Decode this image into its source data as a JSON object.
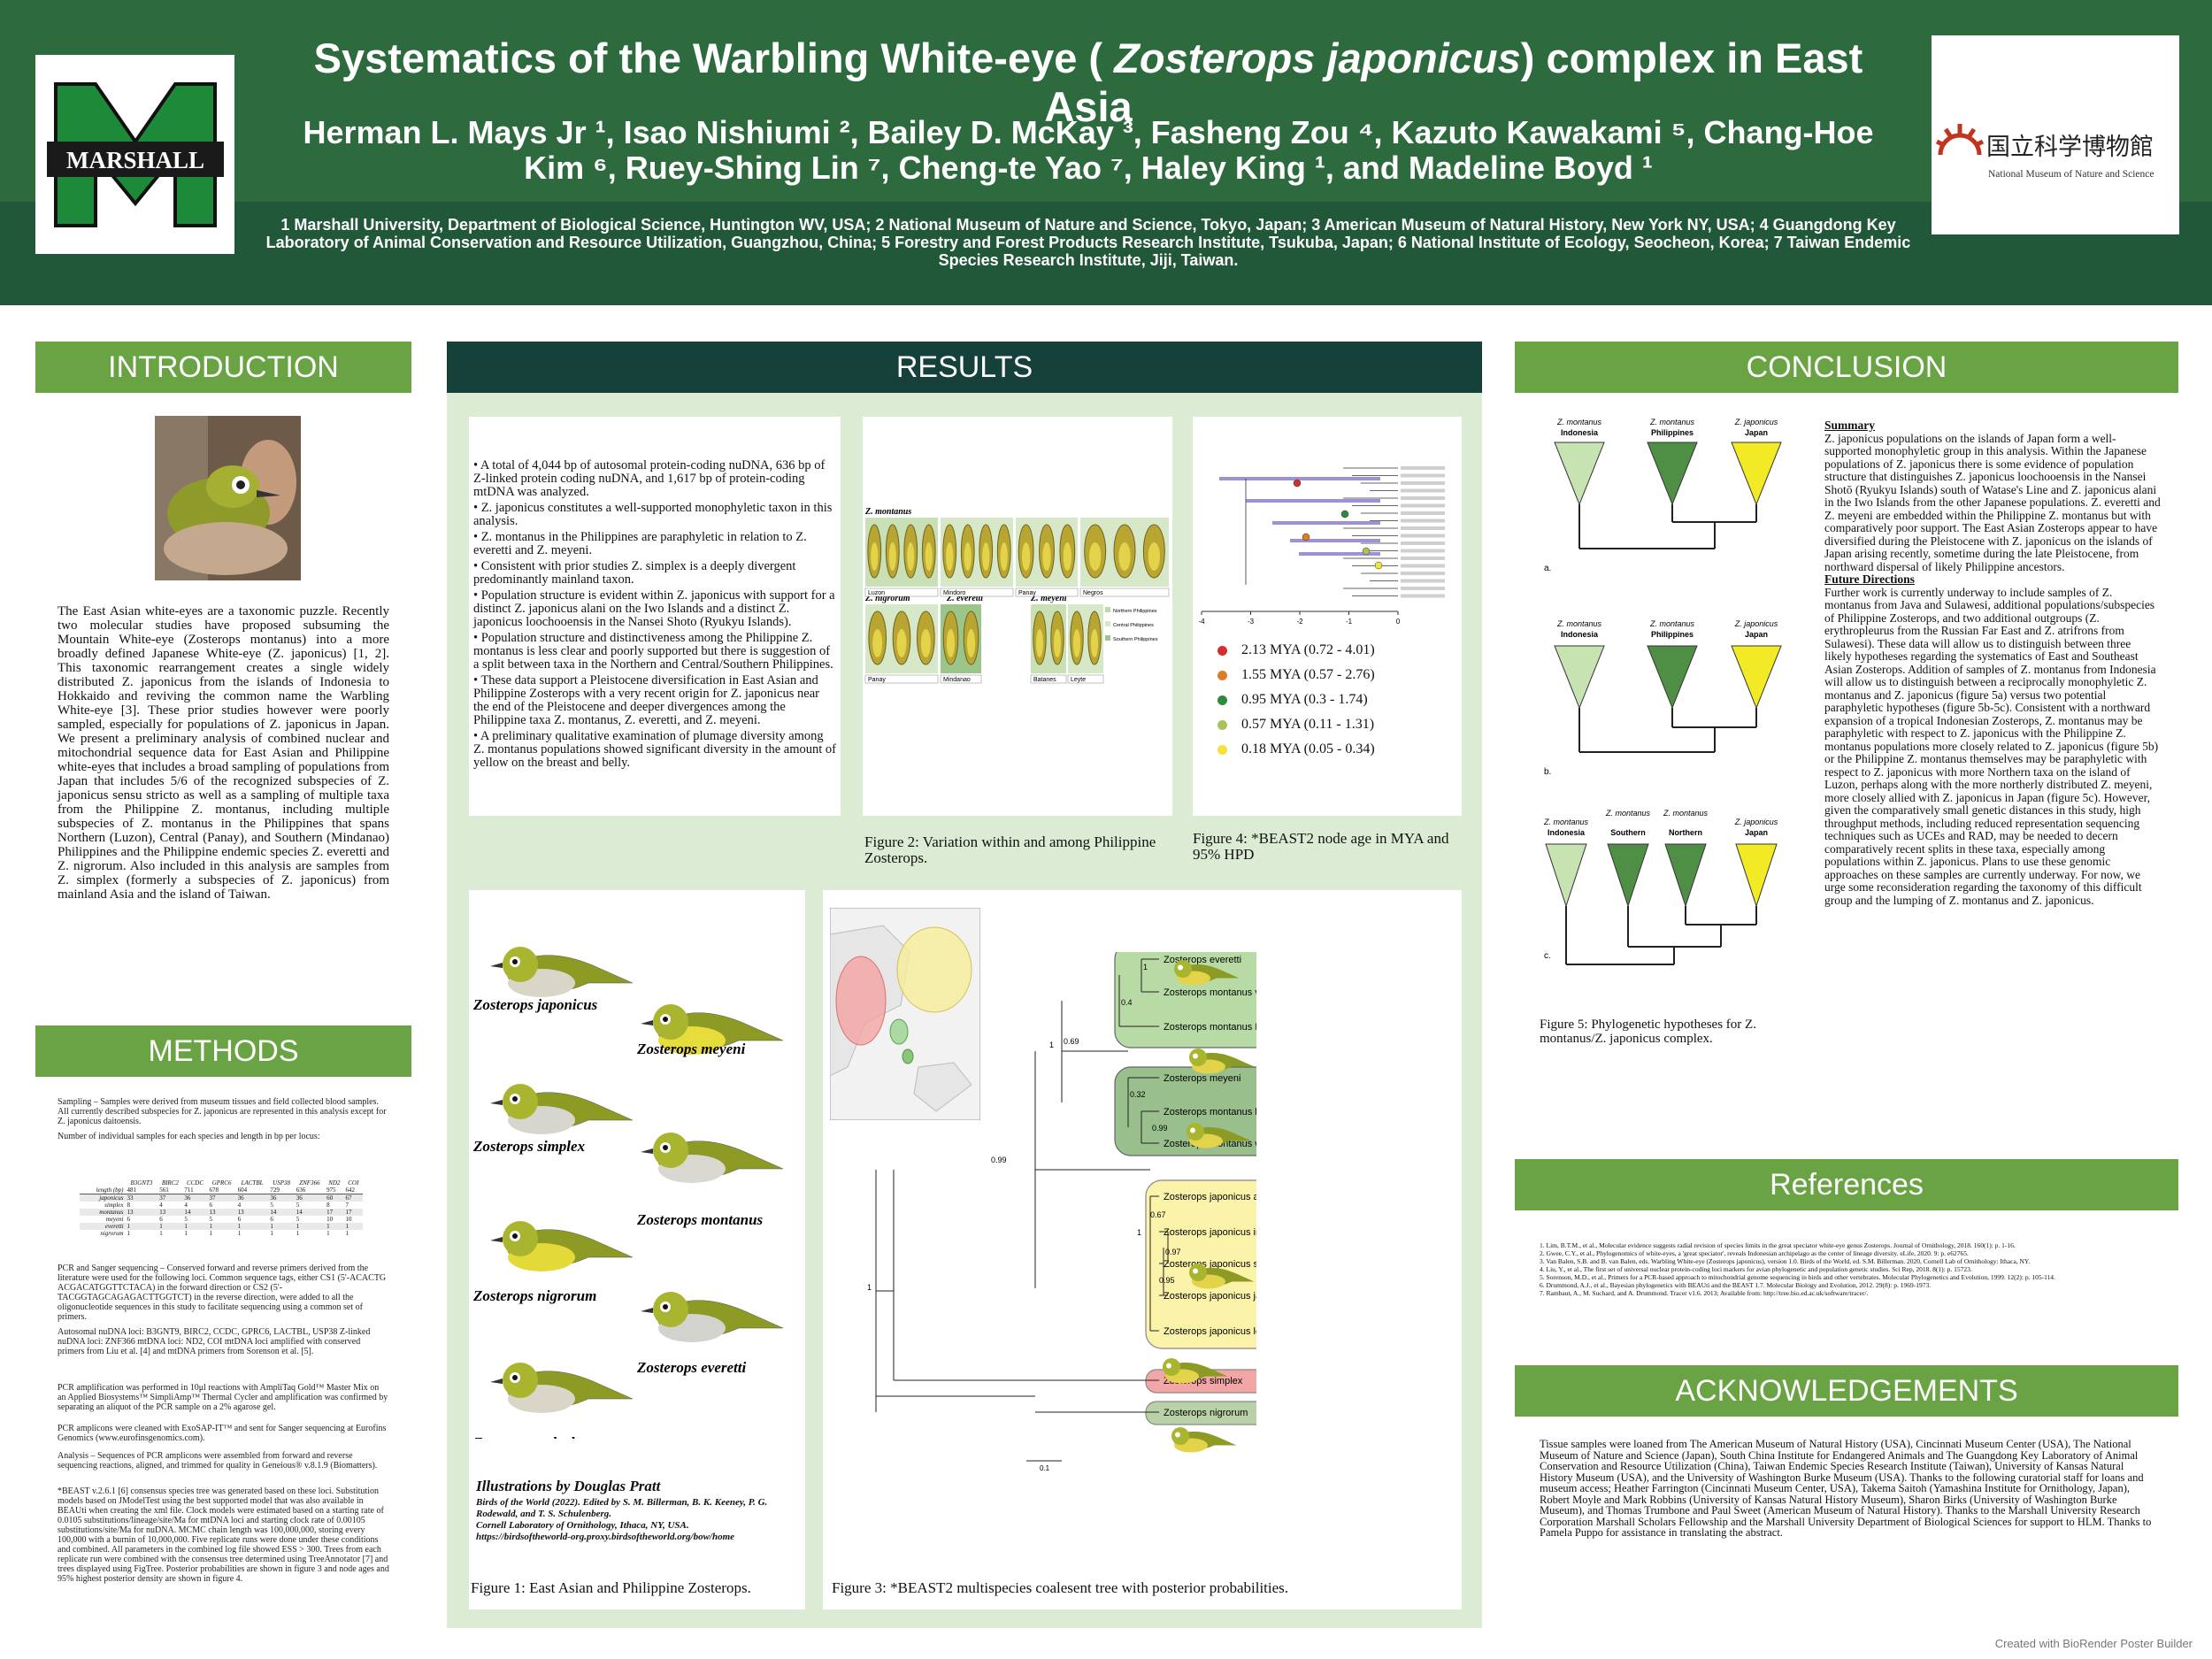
{
  "header": {
    "title_pre": "Systematics of the Warbling White-eye ( ",
    "title_italic": "Zosterops japonicus",
    "title_post": ") complex in East Asia",
    "authors_line1": "Herman L. Mays Jr ¹, Isao Nishiumi ², Bailey D. McKay ³, Fasheng Zou ⁴, Kazuto Kawakami ⁵, Chang-Hoe",
    "authors_line2": "Kim ⁶, Ruey-Shing Lin ⁷, Cheng-te Yao ⁷, Haley King ¹, and Madeline Boyd ¹",
    "affiliations": "1 Marshall University, Department of Biological Science, Huntington WV, USA; 2 National Museum of Nature and Science, Tokyo, Japan; 3 American Museum of Natural History, New York NY, USA; 4 Guangdong Key Laboratory of Animal Conservation and Resource Utilization, Guangzhou, China; 5 Forestry and Forest Products Research Institute, Tsukuba, Japan; 6 National Institute of Ecology, Seocheon, Korea; 7 Taiwan Endemic Species Research Institute, Jiji, Taiwan.",
    "logo_left_text": "MARSHALL",
    "logo_right_cjk": "国立科学博物館",
    "logo_right_en": "National Museum of Nature and Science"
  },
  "colors": {
    "header_green": "#2d6a3e",
    "section_green": "#6aa344",
    "results_dark": "#16403a",
    "results_bg": "#dcebd3"
  },
  "sections": {
    "introduction": "INTRODUCTION",
    "methods": "METHODS",
    "results": "RESULTS",
    "conclusion": "CONCLUSION",
    "references": "References",
    "acknowledgements": "ACKNOWLEDGEMENTS"
  },
  "introduction": {
    "text": "The East Asian white-eyes are a taxonomic puzzle. Recently two molecular studies have proposed subsuming the Mountain White-eye (Zosterops montanus) into a more broadly defined Japanese White-eye (Z. japonicus) [1, 2]. This taxonomic rearrangement creates a single widely distributed Z. japonicus from the islands of Indonesia to Hokkaido and reviving the common name the Warbling White-eye [3]. These prior studies however were poorly sampled, especially for populations of Z. japonicus in Japan. We present a preliminary analysis of combined nuclear and mitochondrial sequence data for East Asian and Philippine white-eyes that includes a broad sampling of populations from Japan that includes 5/6 of the recognized subspecies of Z. japonicus sensu stricto as well as a sampling of multiple taxa from the Philippine Z. montanus, including multiple subspecies of Z. montanus in the Philippines that spans Northern (Luzon), Central (Panay), and Southern (Mindanao) Philippines and the Philippine endemic species Z. everetti and Z. nigrorum. Also included in this analysis are samples from Z. simplex (formerly a subspecies of Z. japonicus) from mainland Asia and the island of Taiwan."
  },
  "methods": {
    "p1": "Sampling – Samples were derived from museum tissues and field collected blood samples. All currently described subspecies for Z. japonicus are represented in this analysis except for Z. japonicus daitoensis.",
    "p2": "Number of individual samples for each species and length in bp per locus:",
    "table_headers": [
      "",
      "B3GNT3",
      "BIRC2",
      "CCDC",
      "GPRC6",
      "LACTBL",
      "USP38",
      "ZNF366",
      "ND2",
      "COI"
    ],
    "table_rows": [
      [
        "length (bp)",
        "481",
        "561",
        "711",
        "678",
        "604",
        "729",
        "636",
        "975",
        "642"
      ],
      [
        "japonicus",
        "33",
        "37",
        "36",
        "37",
        "36",
        "36",
        "36",
        "60",
        "67"
      ],
      [
        "simplex",
        "8",
        "4",
        "4",
        "6",
        "4",
        "5",
        "5",
        "8",
        "7"
      ],
      [
        "montanus",
        "13",
        "13",
        "14",
        "13",
        "13",
        "14",
        "14",
        "17",
        "17"
      ],
      [
        "meyeni",
        "6",
        "6",
        "5",
        "5",
        "6",
        "6",
        "5",
        "10",
        "10"
      ],
      [
        "everetti",
        "1",
        "1",
        "1",
        "1",
        "1",
        "1",
        "1",
        "1",
        "1"
      ],
      [
        "nigrorum",
        "1",
        "1",
        "1",
        "1",
        "1",
        "1",
        "1",
        "1",
        "1"
      ]
    ],
    "p3": "PCR and Sanger sequencing – Conserved forward and reverse primers derived from the literature were used for the following loci. Common sequence tags, either CS1 (5'-ACACTG ACGACATGGTTCTACA) in the forward direction or CS2 (5'-TACGGTAGCAGAGACTTGGTCT) in the reverse direction, were added to all the oligonucleotide sequences in this study to facilitate sequencing using a common set of primers.",
    "p4": "Autosomal nuDNA loci: B3GNT9, BIRC2, CCDC, GPRC6, LACTBL, USP38 Z-linked nuDNA loci: ZNF366 mtDNA loci: ND2, COI mtDNA loci amplified with conserved primers from Liu et al. [4] and mtDNA primers from Sorenson et al. [5].",
    "p5": "PCR amplification was performed in 10μl reactions with AmpliTaq Gold™ Master Mix on an Applied Biosystems™ SimpliAmp™ Thermal Cycler and amplification was confirmed by separating an aliquot of the PCR sample on a 2% agarose gel.",
    "p6": "PCR amplicons were cleaned with ExoSAP-IT™ and sent for Sanger sequencing at Eurofins Genomics (www.eurofinsgenomics.com).",
    "p7": "Analysis – Sequences of PCR amplicons were assembled from forward and reverse sequencing reactions, aligned, and trimmed for quality in Geneious® v.8.1.9 (Biomatters).",
    "p8": "*BEAST v.2.6.1 [6] consensus species tree was generated based on these loci. Substitution models based on JModelTest using the best supported model that was also available in BEAUti when creating the xml file. Clock models were estimated based on a starting rate of 0.0105 substitutions/lineage/site/Ma for mtDNA loci and starting clock rate of 0.00105 substitutions/site/Ma for nuDNA. MCMC chain length was 100,000,000, storing every 100,000 with a burnin of 10,000,000. Five replicate runs were done under these conditions and combined. All parameters in the combined log file showed ESS > 300. Trees from each replicate run were combined with the consensus tree determined using TreeAnnotator [7] and trees displayed using FigTree. Posterior probabilities are shown in figure 3 and node ages and 95% highest posterior density are shown in figure 4."
  },
  "results": {
    "bullets": [
      "A total of 4,044 bp of autosomal protein-coding nuDNA, 636 bp of Z-linked protein coding nuDNA, and 1,617 bp of protein-coding mtDNA was analyzed.",
      "Z. japonicus constitutes a well-supported monophyletic taxon in this analysis.",
      "Z. montanus in the Philippines are paraphyletic in relation to Z. everetti and Z. meyeni.",
      "Consistent with prior studies Z. simplex is a deeply divergent predominantly mainland taxon.",
      "Population structure is evident within Z. japonicus with support for a distinct Z. japonicus alani on the Iwo Islands and a distinct Z. japonicus loochooensis in the Nansei Shoto (Ryukyu Islands).",
      "Population structure and distinctiveness among the Philippine Z. montanus is less clear and poorly supported but there is suggestion of a split between taxa in the Northern and Central/Southern Philippines.",
      "These data support a Pleistocene diversification in East Asian and Philippine Zosterops with a very recent origin for Z. japonicus near the end of the Pleistocene and deeper divergences among the Philippine taxa Z. montanus, Z. everetti, and Z. meyeni.",
      "A preliminary qualitative examination of plumage diversity among Z. montanus populations showed significant diversity in the amount of yellow on the breast and belly."
    ],
    "fig2_labels": {
      "montanus": "Z. montanus",
      "nigrorum": "Z. nigrorum",
      "everetti": "Z. everetti",
      "meyeni": "Z. meyeni",
      "luzon": "Luzon",
      "mindoro": "Mindoro",
      "mindanao": "Mindanao",
      "panay": "Panay",
      "negros": "Negros",
      "batanes": "Batanes",
      "leyte": "Leyte",
      "legend_n": "Northern Philippines",
      "legend_c": "Central Philippines",
      "legend_s": "Southern Philippines"
    },
    "fig2_caption": "Figure 2: Variation within and among Philippine Zosterops.",
    "fig4_axis": [
      "-4",
      "-3",
      "-2",
      "-1",
      "0"
    ],
    "fig4_legend": [
      {
        "color": "#d32f2f",
        "label": "2.13 MYA (0.72 - 4.01)"
      },
      {
        "color": "#e07b28",
        "label": "1.55 MYA (0.57 - 2.76)"
      },
      {
        "color": "#2e8b3d",
        "label": "0.95 MYA (0.3 - 1.74)"
      },
      {
        "color": "#a8c256",
        "label": "0.57 MYA (0.11 - 1.31)"
      },
      {
        "color": "#f2e23a",
        "label": "0.18 MYA (0.05 - 0.34)"
      }
    ],
    "fig4_caption": "Figure 4: *BEAST2 node age in MYA and 95% HPD",
    "fig1_species": [
      "Zosterops japonicus",
      "Zosterops meyeni",
      "Zosterops simplex",
      "Zosterops montanus",
      "Zosterops nigrorum",
      "Zosterops everetti",
      "Zosterops palpebrosus"
    ],
    "fig1_credit_title": "Illustrations by Douglas Pratt",
    "fig1_credit_1": "Birds of the World (2022). Edited by S. M. Billerman, B. K. Keeney, P. G. Rodewald, and T. S. Schulenberg.",
    "fig1_credit_2": "Cornell Laboratory of Ornithology, Ithaca, NY, USA.",
    "fig1_credit_3": "https://birdsoftheworld-org.proxy.birdsoftheworld.org/bow/home",
    "fig1_caption": "Figure 1: East Asian and Philippine Zosterops.",
    "fig3_taxa": [
      "Zosterops everetti",
      "Zosterops montanus vulcani",
      "Zosterops montanus PANAY",
      "Zosterops meyeni",
      "Zosterops montanus halconensis",
      "Zosterops montanus whiteheadi",
      "Zosterops japonicus alani",
      "Zosterops japonicus insularis",
      "Zosterops japonicus stejnegeri",
      "Zosterops japonicus japonicus",
      "Zosterops japonicus loochooensis",
      "Zosterops simplex",
      "Zosterops nigrorum"
    ],
    "fig3_pp": [
      "1",
      "0.4",
      "0.69",
      "0.32",
      "0.99",
      "1",
      "0.67",
      "0.97",
      "1",
      "0.95",
      "0.99",
      "1"
    ],
    "fig3_scale": "0.1",
    "fig3_caption": "Figure 3: *BEAST2 multispecies coalesent tree with posterior probabilities."
  },
  "conclusion": {
    "tree_labels_a": [
      "Z. montanus",
      "Indonesia",
      "Z. montanus",
      "Philippines",
      "Z. japonicus",
      "Japan"
    ],
    "tree_labels_b": [
      "Z. montanus",
      "Indonesia",
      "Z. montanus",
      "Philippines",
      "Z. japonicus",
      "Japan"
    ],
    "tree_labels_c": [
      "Z. montanus",
      "Indonesia",
      "Z. montanus",
      "Southern",
      "Z. montanus",
      "Northern",
      "Z. japonicus",
      "Japan"
    ],
    "panel_a": "a.",
    "panel_b": "b.",
    "panel_c": "c.",
    "fig5_caption": "Figure 5: Phylogenetic hypotheses for Z. montanus/Z. japonicus complex.",
    "summary_head": "Summary",
    "summary": "Z. japonicus populations on the islands of Japan form a well-supported monophyletic group in this analysis. Within the Japanese populations of Z. japonicus there is some evidence of population structure that distinguishes Z. japonicus loochooensis in the Nansei Shotō (Ryukyu Islands) south of Watase's Line and Z. japonicus alani in the Iwo Islands from the other Japanese populations. Z. everetti and Z. meyeni are embedded within the Philippine Z. montanus but with comparatively poor support. The East Asian Zosterops appear to have diversified during the Pleistocene with Z. japonicus on the islands of Japan arising recently, sometime during the late Pleistocene, from northward dispersal of likely Philippine ancestors.",
    "future_head": "Future Directions",
    "future": "Further work is currently underway to include samples of Z. montanus from Java and Sulawesi, additional populations/subspecies of Philippine Zosterops, and two additional outgroups (Z. erythropleurus from the Russian Far East and Z. atrifrons from Sulawesi). These data will allow us to distinguish between three likely hypotheses regarding the systematics of East and Southeast Asian Zosterops. Addition of samples of Z. montanus from Indonesia will allow us to distinguish between a reciprocally monophyletic Z. montanus and Z. japonicus (figure 5a) versus two potential paraphyletic hypotheses (figure 5b-5c). Consistent with a northward expansion of a tropical Indonesian Zosterops, Z. montanus may be paraphyletic with respect to Z. japonicus with the Philippine Z. montanus populations more closely related to Z. japonicus (figure 5b) or the Philippine Z. montanus themselves may be paraphyletic with respect to Z. japonicus with more Northern taxa on the island of Luzon, perhaps along with the more northerly distributed Z. meyeni, more closely allied with Z. japonicus in Japan (figure 5c). However, given the comparatively small genetic distances in this study, high throughput methods, including reduced representation sequencing techniques such as UCEs and RAD, may be needed to decern comparatively recent splits in these taxa, especially among populations within Z. japonicus. Plans to use these genomic approaches on these samples are currently underway. For now, we urge some reconsideration regarding the taxonomy of this difficult group and the lumping of Z. montanus and Z. japonicus."
  },
  "references": [
    "1. Lim, B.T.M., et al., Molecular evidence suggests radial revision of species limits in the great speciator white-eye genus Zosterops. Journal of Ornithology, 2018. 160(1): p. 1-16.",
    "2. Gwee, C.Y., et al., Phylogenomics of white-eyes, a 'great speciator', reveals Indonesian archipelago as the center of lineage diversity. eLife, 2020. 9: p. e62765.",
    "3. Van Balen, S.B. and B. van Balen, eds. Warbling White-eye (Zosterops japonicus), version 1.0. Birds of the World, ed. S.M. Billerman. 2020, Cornell Lab of Ornithology: Ithaca, NY.",
    "4. Liu, Y., et al., The first set of universal nuclear protein-coding loci markers for avian phylogenetic and population genetic studies. Sci Rep, 2018. 8(1): p. 15723.",
    "5. Sorenson, M.D., et al., Primers for a PCR-based approach to mitochondrial genome sequencing in birds and other vertebrates. Molecular Phylogenetics and Evolution, 1999. 12(2): p. 105-114.",
    "6. Drummond, A.J., et al., Bayesian phylogenetics with BEAUti and the BEAST 1.7. Molecular Biology and Evolution, 2012. 29(8): p. 1969-1973.",
    "7. Rambaut, A., M. Suchard, and A. Drummond. Tracer v1.6. 2013; Available from: http://tree.bio.ed.ac.uk/software/tracer/."
  ],
  "acknowledgements": "Tissue samples were loaned from The American Museum of Natural History (USA), Cincinnati Museum Center (USA), The National Museum of Nature and Science (Japan), South China Institute for Endangered Animals and The Guangdong Key Laboratory of Animal Conservation and Resource Utilization (China), Taiwan Endemic Species Research Institute (Taiwan), University of Kansas Natural History Museum (USA), and the University of Washington Burke Museum (USA). Thanks to the following curatorial staff for loans and museum access; Heather Farrington (Cincinnati Museum Center, USA), Takema Saitoh (Yamashina Institute for Ornithology, Japan), Robert Moyle and Mark Robbins (University of Kansas Natural History Museum), Sharon Birks (University of Washington Burke Museum), and Thomas Trumbone and Paul Sweet (American Museum of Natural History). Thanks to the Marshall University Research Corporation Marshall Scholars Fellowship and the Marshall University Department of Biological Sciences for support to HLM. Thanks to Pamela Puppo for assistance in translating the abstract.",
  "footer": "Created with BioRender Poster Builder"
}
